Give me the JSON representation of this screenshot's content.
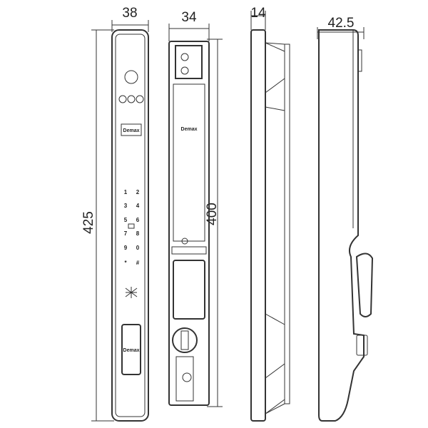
{
  "dimensions": {
    "front_width": "38",
    "front_height": "425",
    "back_width": "34",
    "back_height": "400",
    "plate_thickness": "14",
    "side_depth": "42.5"
  },
  "brand": "Demax",
  "keypad": [
    "1",
    "2",
    "3",
    "4",
    "5",
    "6",
    "7",
    "8",
    "9",
    "0",
    "*",
    "#"
  ]
}
